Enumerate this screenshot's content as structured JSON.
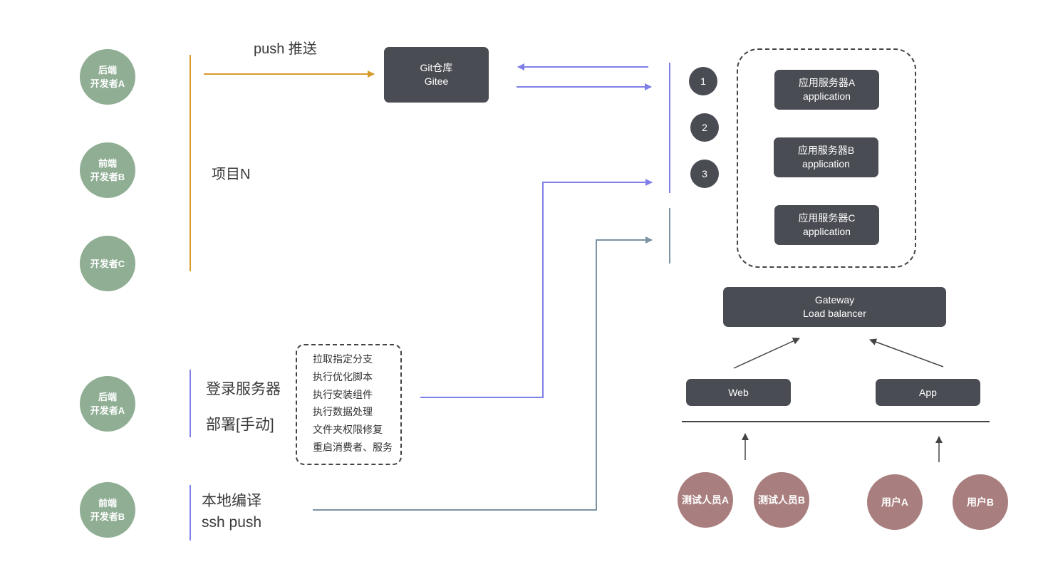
{
  "developers": {
    "top": [
      {
        "line1": "后端",
        "line2": "开发者A"
      },
      {
        "line1": "前端",
        "line2": "开发者B"
      },
      {
        "line1": "开发者C"
      }
    ],
    "bottom": [
      {
        "line1": "后端",
        "line2": "开发者A"
      },
      {
        "line1": "前端",
        "line2": "开发者B"
      }
    ]
  },
  "labels": {
    "push": "push 推送",
    "project": "项目N",
    "login": "登录服务器",
    "deploy": "部署[手动]",
    "compile": "本地编译",
    "ssh_push": "ssh push"
  },
  "git_repo": {
    "line1": "Git仓库",
    "line2": "Gitee"
  },
  "deploy_steps": [
    "拉取指定分支",
    "执行优化脚本",
    "执行安装组件",
    "执行数据处理",
    "文件夹权限修复",
    "重启消费者、服务"
  ],
  "step_numbers": [
    "1",
    "2",
    "3"
  ],
  "servers": [
    {
      "line1": "应用服务器A",
      "line2": "application"
    },
    {
      "line1": "应用服务器B",
      "line2": "application"
    },
    {
      "line1": "应用服务器C",
      "line2": "application"
    }
  ],
  "gateway": {
    "line1": "Gateway",
    "line2": "Load balancer"
  },
  "clients": {
    "web": "Web",
    "app": "App"
  },
  "people": [
    "测试人员A",
    "测试人员B",
    "用户A",
    "用户B"
  ],
  "colors": {
    "developer": "#8fae94",
    "person": "#a97e7e",
    "box": "#4a4c53",
    "push_arrow": "#d89a2b",
    "sync_arrow": "#7f7fe8",
    "ssh_arrow": "#7c93a3"
  }
}
